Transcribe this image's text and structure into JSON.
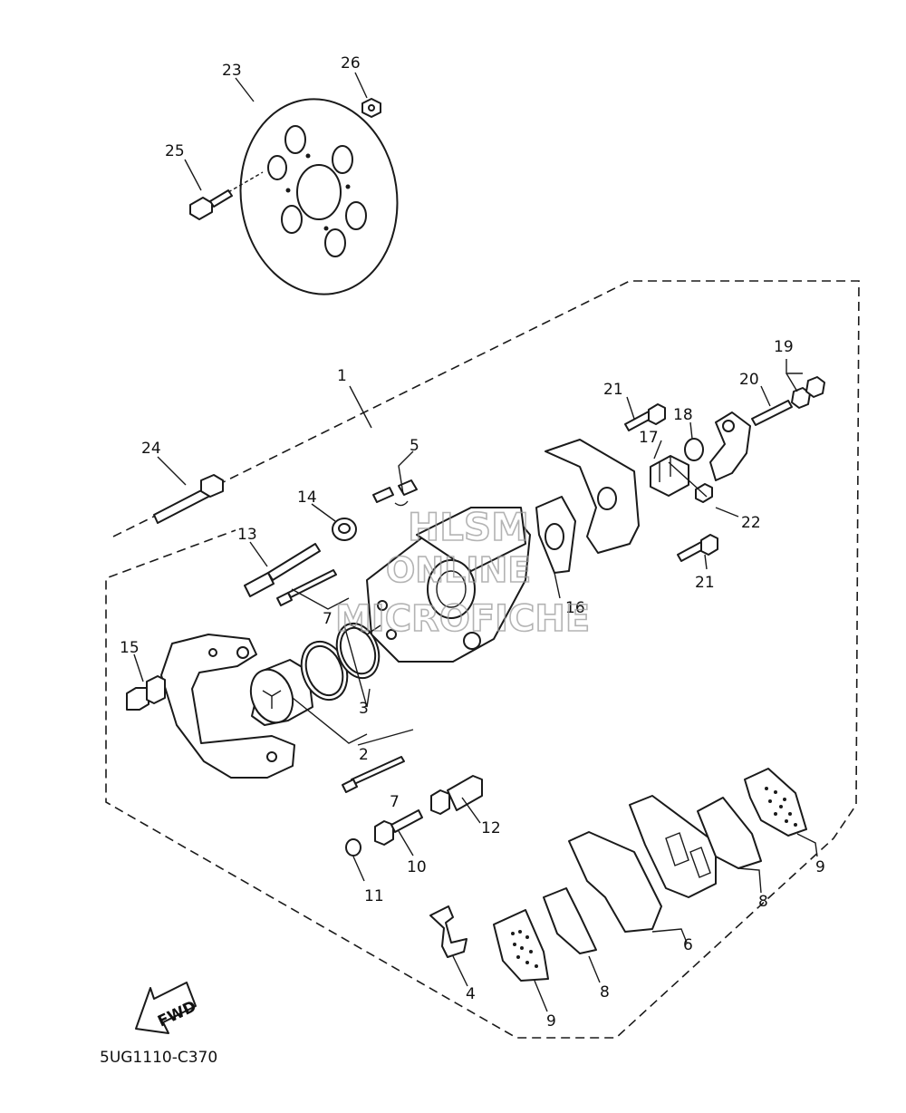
{
  "callouts": [
    "1",
    "2",
    "3",
    "4",
    "5",
    "6",
    "7",
    "7",
    "8",
    "8",
    "9",
    "9",
    "10",
    "11",
    "12",
    "13",
    "14",
    "15",
    "16",
    "17",
    "18",
    "19",
    "20",
    "21",
    "21",
    "22",
    "23",
    "24",
    "25",
    "26"
  ],
  "arrow_label": "FWD",
  "diagram_code": "5UG1110-C370",
  "watermark": {
    "line1": "HLSM",
    "line2": "ONLINE",
    "line3": "MICROFICHE"
  }
}
